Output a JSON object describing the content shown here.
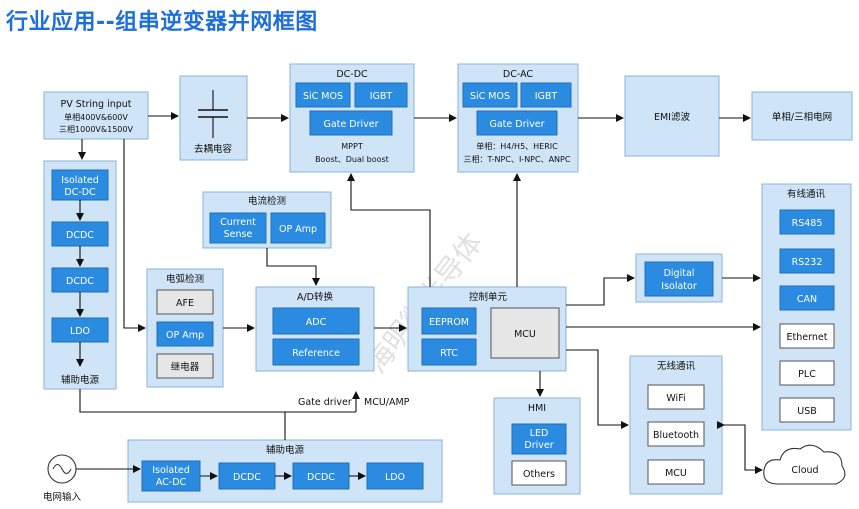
{
  "title": "行业应用--组串逆变器并网框图",
  "watermark": "海明微半导体",
  "blocks": {
    "pv": {
      "label": "PV String input",
      "line1": "单相400V&600V",
      "line2": "三相1000V&1500V"
    },
    "decap": {
      "label": "去耦电容"
    },
    "dcdc": {
      "title": "DC-DC",
      "sic": "SiC MOS",
      "igbt": "IGBT",
      "gate": "Gate Driver",
      "note1": "MPPT",
      "note2": "Boost、Dual boost"
    },
    "dcac": {
      "title": "DC-AC",
      "sic": "SiC MOS",
      "igbt": "IGBT",
      "gate": "Gate Driver",
      "note1": "单相：H4/H5、HERIC",
      "note2": "三相：T-NPC、I-NPC、ANPC"
    },
    "emi": {
      "label": "EMI滤波"
    },
    "grid_out": {
      "label": "单相/三相电网"
    },
    "aux_left": {
      "iso1": "Isolated",
      "iso2": "DC-DC",
      "dcdc1": "DCDC",
      "dcdc2": "DCDC",
      "ldo": "LDO",
      "caption": "辅助电源"
    },
    "current": {
      "title": "电流检测",
      "sense1": "Current",
      "sense2": "Sense",
      "opamp": "OP Amp"
    },
    "arc": {
      "title": "电弧检测",
      "afe": "AFE",
      "opamp": "OP Amp",
      "relay": "继电器"
    },
    "adc": {
      "title": "A/D转换",
      "adc": "ADC",
      "ref": "Reference"
    },
    "ctrl": {
      "title": "控制单元",
      "eeprom": "EEPROM",
      "rtc": "RTC",
      "mcu": "MCU"
    },
    "digiso": {
      "line1": "Digital",
      "line2": "Isolator"
    },
    "wired": {
      "title": "有线通讯",
      "items": [
        "RS485",
        "RS232",
        "CAN",
        "Ethernet",
        "PLC",
        "USB"
      ]
    },
    "hmi": {
      "title": "HMI",
      "led1": "LED",
      "led2": "Driver",
      "others": "Others"
    },
    "wireless": {
      "title": "无线通讯",
      "items": [
        "WiFi",
        "Bluetooth",
        "MCU"
      ]
    },
    "cloud": {
      "label": "Cloud"
    },
    "gate_label": "Gate driver",
    "mcu_label": "MCU/AMP",
    "aux_bottom": {
      "title": "辅助电源",
      "iso1": "Isolated",
      "iso2": "AC-DC",
      "dcdc1": "DCDC",
      "dcdc2": "DCDC",
      "ldo": "LDO"
    },
    "grid_in": {
      "label": "电网输入"
    }
  }
}
